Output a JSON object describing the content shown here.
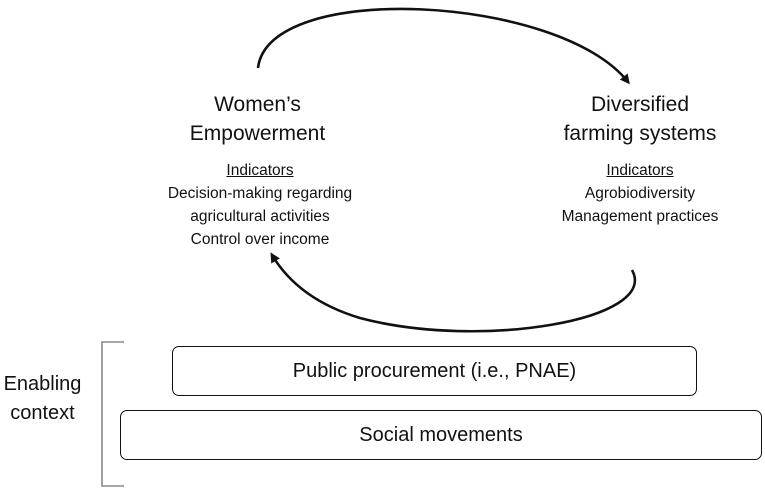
{
  "left_node": {
    "title_lines": [
      "Women’s",
      "Empowerment"
    ],
    "indicators_label": "Indicators",
    "indicators": [
      "Decision-making regarding",
      "agricultural activities",
      "Control over income"
    ]
  },
  "right_node": {
    "title_lines": [
      "Diversified",
      "farming systems"
    ],
    "indicators_label": "Indicators",
    "indicators": [
      "Agrobiodiversity",
      "Management practices"
    ]
  },
  "context": {
    "label_lines": [
      "Enabling",
      "context"
    ],
    "boxes": [
      "Public procurement (i.e., PNAE)",
      "Social movements"
    ]
  }
}
